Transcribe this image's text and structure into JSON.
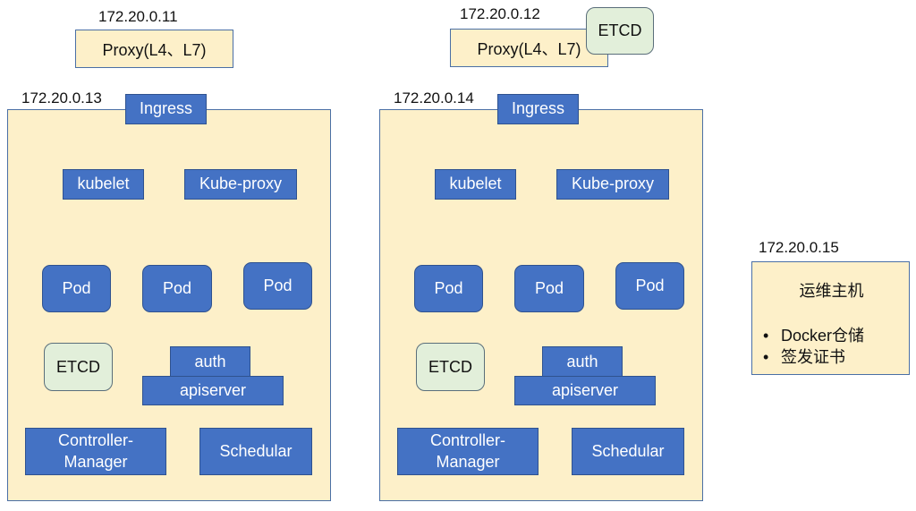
{
  "proxy_nodes": [
    {
      "ip": "172.20.0.11",
      "label": "Proxy(L4、L7)"
    },
    {
      "ip": "172.20.0.12",
      "label": "Proxy(L4、L7)",
      "etcd": "ETCD"
    }
  ],
  "masters": [
    {
      "ip": "172.20.0.13",
      "ingress": "Ingress",
      "kubelet": "kubelet",
      "kube_proxy": "Kube-proxy",
      "pods": [
        "Pod",
        "Pod",
        "Pod"
      ],
      "etcd": "ETCD",
      "auth": "auth",
      "apiserver": "apiserver",
      "controller_manager": "Controller-\nManager",
      "scheduler": "Schedular"
    },
    {
      "ip": "172.20.0.14",
      "ingress": "Ingress",
      "kubelet": "kubelet",
      "kube_proxy": "Kube-proxy",
      "pods": [
        "Pod",
        "Pod",
        "Pod"
      ],
      "etcd": "ETCD",
      "auth": "auth",
      "apiserver": "apiserver",
      "controller_manager": "Controller-\nManager",
      "scheduler": "Schedular"
    }
  ],
  "ops_host": {
    "ip": "172.20.0.15",
    "title": "运维主机",
    "items": [
      "Docker仓储",
      "签发证书"
    ]
  },
  "colors": {
    "node_fill": "#fdf0c9",
    "component_fill": "#4472c4",
    "etcd_fill": "#e2efda"
  }
}
